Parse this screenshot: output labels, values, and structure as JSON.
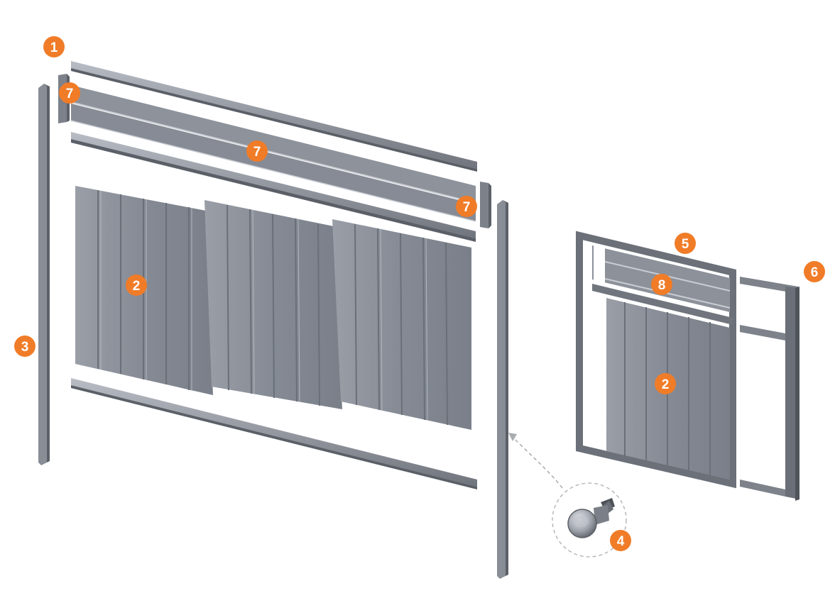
{
  "colors": {
    "accent": "#f07c28",
    "metal": "#8a8f99",
    "metal_dark": "#5f636c",
    "metal_light": "#b5b9c2",
    "leader": "#a8abb0"
  },
  "labels": {
    "top_rail_marker": "1",
    "panel_marker": "2",
    "post_marker": "3",
    "screw_marker": "4",
    "gate_frame_marker": "5",
    "gate_extension_marker": "6",
    "infill_marker": "7",
    "gate_infill_marker": "8"
  },
  "icons": {
    "screw": "hex-head-screw-icon"
  }
}
